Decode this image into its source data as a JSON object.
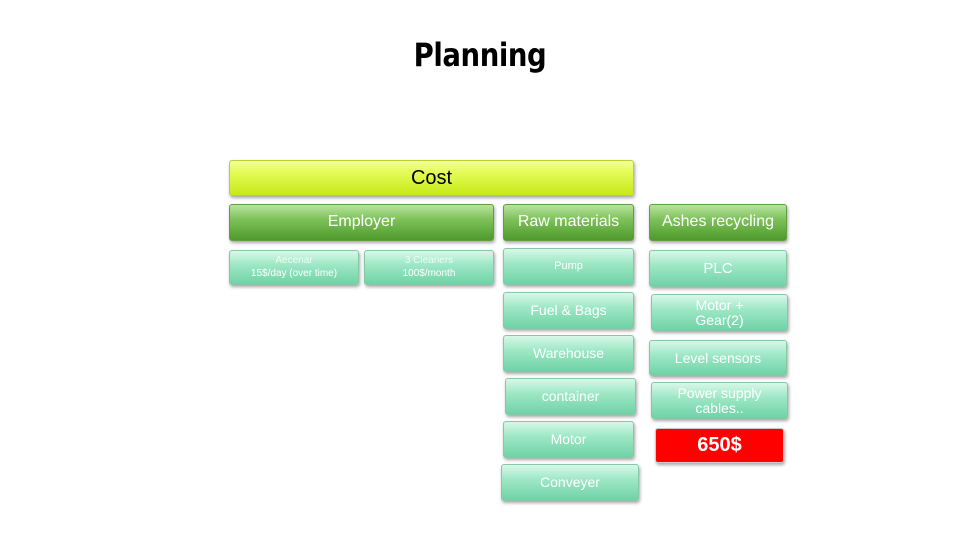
{
  "slide": {
    "title": "Planning"
  },
  "diagram": {
    "root": {
      "label": "Cost"
    },
    "employer": {
      "label": "Employer",
      "items": [
        {
          "line1": "Aecenar",
          "line2": "15$/day (over time)"
        },
        {
          "line1": "3 Cleaners",
          "line2": "100$/month"
        }
      ]
    },
    "raw_materials": {
      "label": "Raw  materials",
      "items": [
        "Pump",
        "Fuel & Bags",
        "Warehouse",
        "container",
        "Motor",
        "Conveyer"
      ]
    },
    "ashes_recycling": {
      "label": "Ashes recycling",
      "items": [
        {
          "line1": "PLC"
        },
        {
          "line1": "Motor +",
          "line2": "Gear(2)"
        },
        {
          "line1": "Level sensors"
        },
        {
          "line1": "Power supply",
          "line2": "cables.."
        }
      ],
      "total": "650$"
    }
  }
}
